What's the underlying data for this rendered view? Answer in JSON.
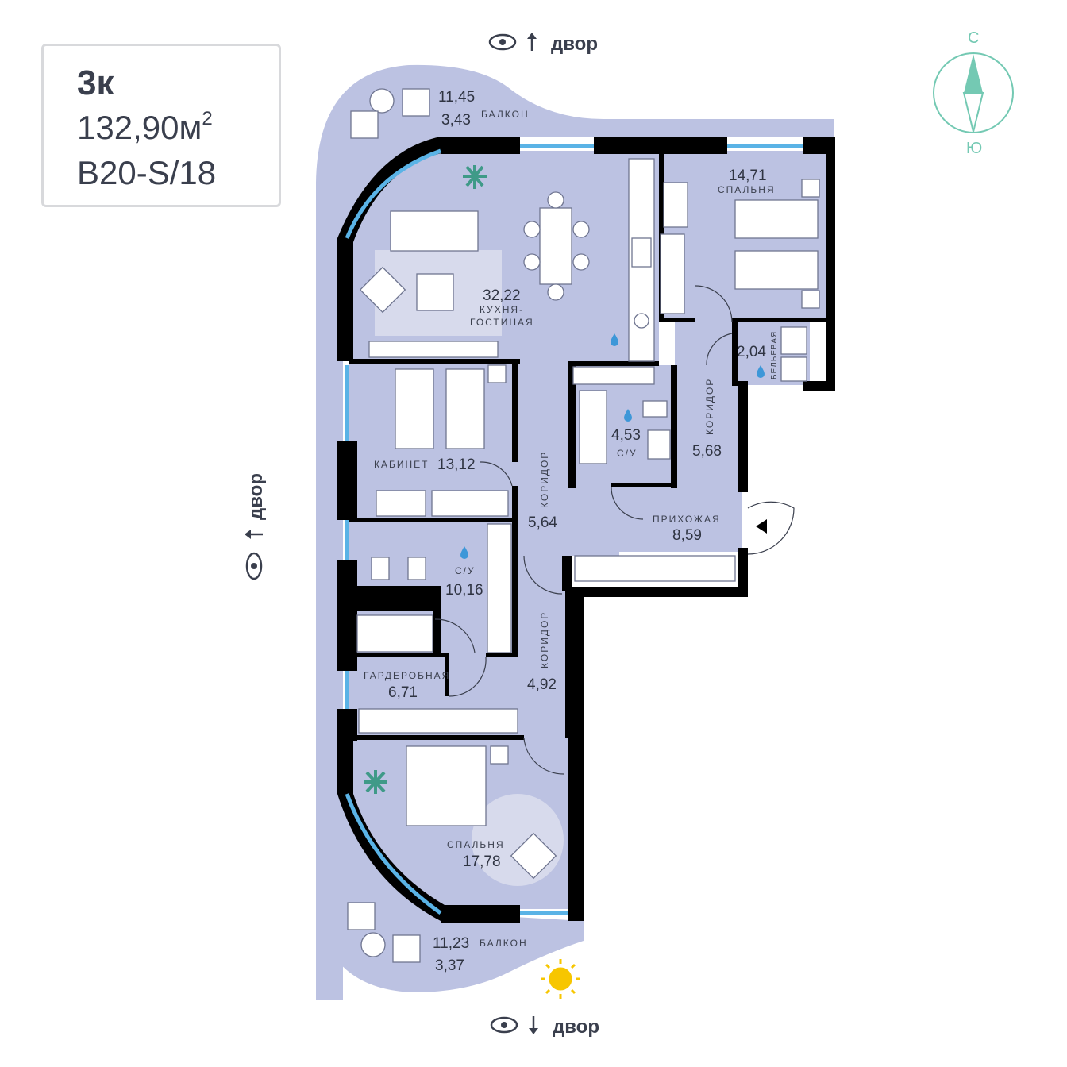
{
  "apartment": {
    "type": "3к",
    "area_value": "132,90м",
    "area_unit_sup": "2",
    "code": "B20-S/18"
  },
  "views": {
    "top": "двор",
    "left": "двор",
    "bottom": "двор"
  },
  "compass": {
    "north": "С",
    "south": "Ю",
    "accent_color": "#74c9b3"
  },
  "rooms": {
    "balcony_top": {
      "label": "БАЛКОН",
      "area1": "11,45",
      "area2": "3,43"
    },
    "kitchen_living": {
      "label1": "КУХНЯ-",
      "label2": "ГОСТИНАЯ",
      "area": "32,22"
    },
    "bedroom_small": {
      "label": "СПАЛЬНЯ",
      "area": "14,71"
    },
    "laundry": {
      "label": "БЕЛЬЕВАЯ",
      "area": "2,04"
    },
    "corridor_right": {
      "label": "КОРИДОР",
      "area": "5,68"
    },
    "bath_small": {
      "label": "С/У",
      "area": "4,53"
    },
    "hall": {
      "label": "ПРИХОЖАЯ",
      "area": "8,59"
    },
    "study": {
      "label": "КАБИНЕТ",
      "area": "13,12"
    },
    "corridor_mid": {
      "label": "КОРИДОР",
      "area": "5,64"
    },
    "bath_large": {
      "label": "С/У",
      "area": "10,16"
    },
    "wardrobe": {
      "label": "ГАРДЕРОБНАЯ",
      "area": "6,71"
    },
    "corridor_low": {
      "label": "КОРИДОР",
      "area": "4,92"
    },
    "bedroom_master": {
      "label": "СПАЛЬНЯ",
      "area": "17,78"
    },
    "balcony_bottom": {
      "label": "БАЛКОН",
      "area1": "11,23",
      "area2": "3,37"
    }
  },
  "colors": {
    "floor": "#bcc2e2",
    "wall": "#000000",
    "window": "#5ab3e6",
    "sun": "#f7c600",
    "text": "#3a3f4d"
  }
}
